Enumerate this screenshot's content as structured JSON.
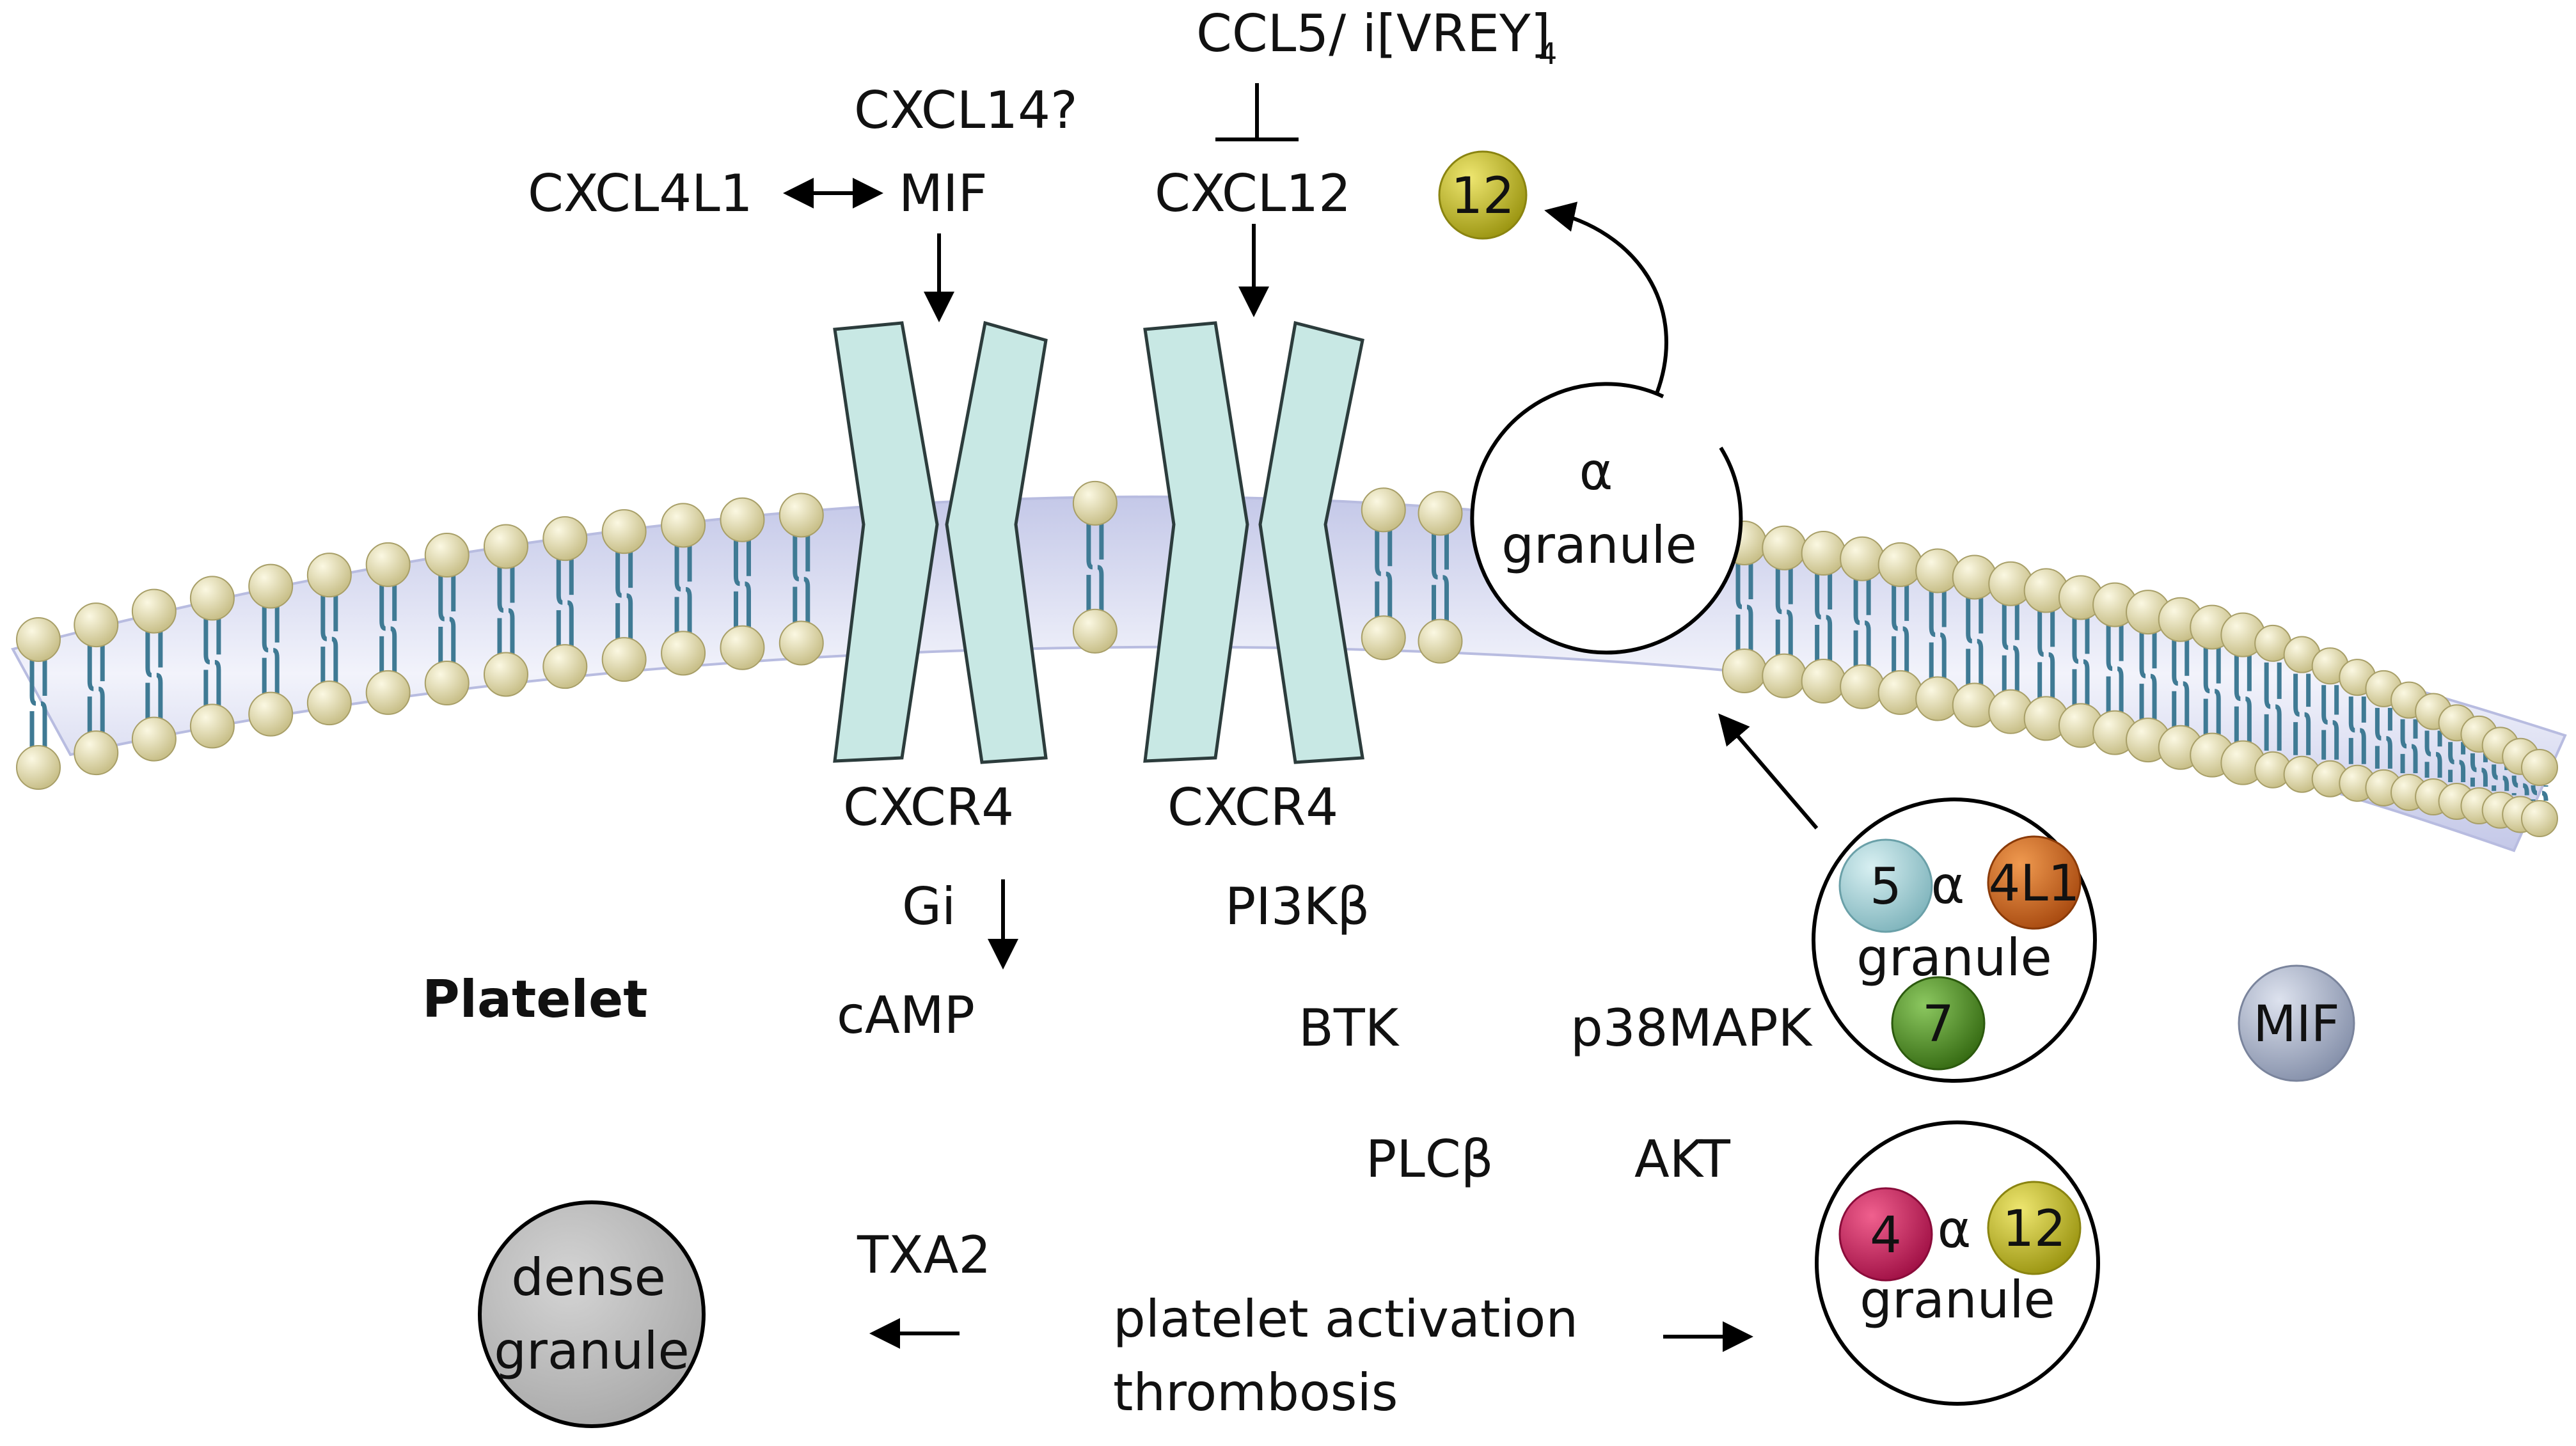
{
  "labels": {
    "ccl5": "CCL5/ i[VREY]",
    "ccl5_sub": "4",
    "cxcl14": "CXCL14?",
    "cxcl4l1": "CXCL4L1",
    "mif_top": "MIF",
    "cxcl12": "CXCL12",
    "cxcr4_left": "CXCR4",
    "cxcr4_right": "CXCR4",
    "gi": "Gi",
    "camp": "cAMP",
    "pi3k": "PI3Kβ",
    "btk": "BTK",
    "p38": "p38MAPK",
    "plc": "PLCβ",
    "akt": "AKT",
    "txa2": "TXA2",
    "platelet": "Platelet",
    "activation_line1": "platelet activation",
    "activation_line2": "thrombosis"
  },
  "granules": {
    "alpha_top": {
      "symbol": "α",
      "label": "granule"
    },
    "alpha_mid": {
      "symbol": "α",
      "label": "granule",
      "chemokines": [
        "5",
        "4L1",
        "7"
      ]
    },
    "alpha_bottom": {
      "symbol": "α",
      "label": "granule",
      "chemokines": [
        "4",
        "12"
      ]
    },
    "dense": {
      "line1": "dense",
      "line2": "granule"
    }
  },
  "free_chemokines": {
    "released": "12",
    "mif": "MIF"
  },
  "colors": {
    "receptor": "#c8e8e4",
    "lipid_head": "#e6e0b0",
    "membrane": "#d6daf0",
    "ball_5": "#9fd0d6",
    "ball_4L1": "#c8601a",
    "ball_7": "#4a8c1e",
    "ball_4": "#c81a5a",
    "ball_12": "#c8c020",
    "ball_mif": "#a8b0c8",
    "dense": "#b8b8b8"
  }
}
